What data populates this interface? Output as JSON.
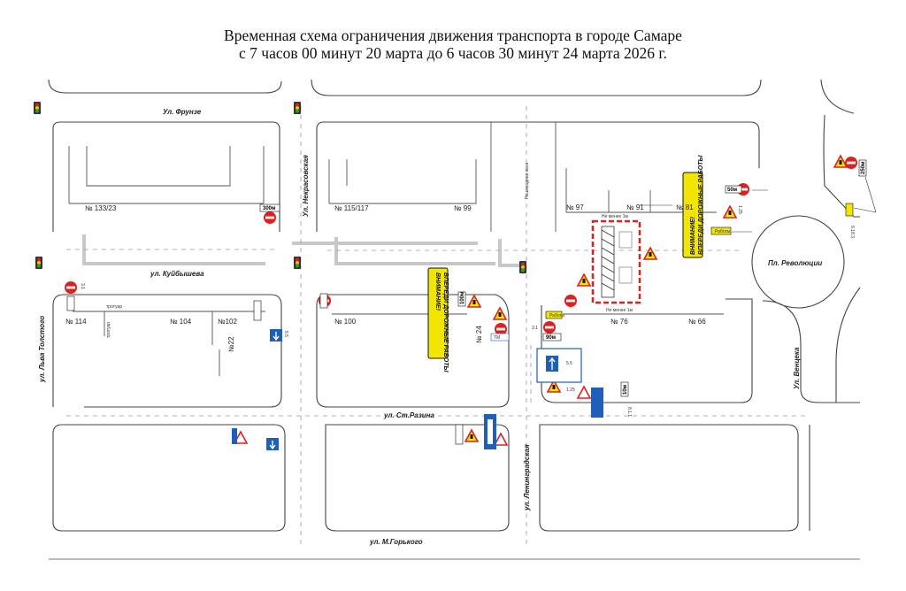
{
  "title": {
    "line1": "Временная схема ограничения движения транспорта в городе Самаре",
    "line2": "с 7 часов 00 минут 20 марта до 6 часов 30 минут 24 марта 2026 г."
  },
  "streets": {
    "frunze": "Ул. Фрунзе",
    "kuibysheva": "ул. Куйбышева",
    "nekrasovskaya": "Ул. Некрасовская",
    "lva_tolstogo": "ул. Льва Толстого",
    "st_razina": "ул. Ст.Разина",
    "leningradskaya": "ул. Ленинградская",
    "m_gorkogo": "ул. М.Горького",
    "ploshchad": "Пл. Революции",
    "ventseka": "Ул. Венцека",
    "pedestrian_zone": "Пешеходная зона",
    "sidewalk": "тротуар",
    "sidewalk_vertical": "тротуар"
  },
  "houses": {
    "h133": "№ 133/23",
    "h115": "№ 115/117",
    "h99": "№ 99",
    "h97": "№ 97",
    "h91": "№ 91",
    "h81": "№ 81",
    "h114": "№ 114",
    "h104": "№ 104",
    "h102": "№102",
    "h22": "№22",
    "h100": "№ 100",
    "h24": "№ 24",
    "h76": "№ 76",
    "h66": "№ 66"
  },
  "warnings": {
    "text1": "ВНИМАНИЕ!",
    "text2": "ВПЕРЕДИ ДОРОЖНЫЕ РАБОТЫ"
  },
  "sign_texts": {
    "dist_300": "300м",
    "dist_250": "250м",
    "dist_100": "100м",
    "dist_10": "10м",
    "dist_90": "90м",
    "dist_50": "50м",
    "sign_5_5": "5.5",
    "tm": "ТМ",
    "worktime": "Работы",
    "sign_3_1": "3.1",
    "sign_1_25": "1.25",
    "sign_8_1_1": "8.1.1",
    "sign_6_18": "6.18.3",
    "not_mark": "Не менее 1м"
  },
  "colors": {
    "no_entry": "#e02020",
    "warning_yellow": "#f2e600",
    "info_blue": "#1f5fb8",
    "work_zone": "#e02020"
  }
}
